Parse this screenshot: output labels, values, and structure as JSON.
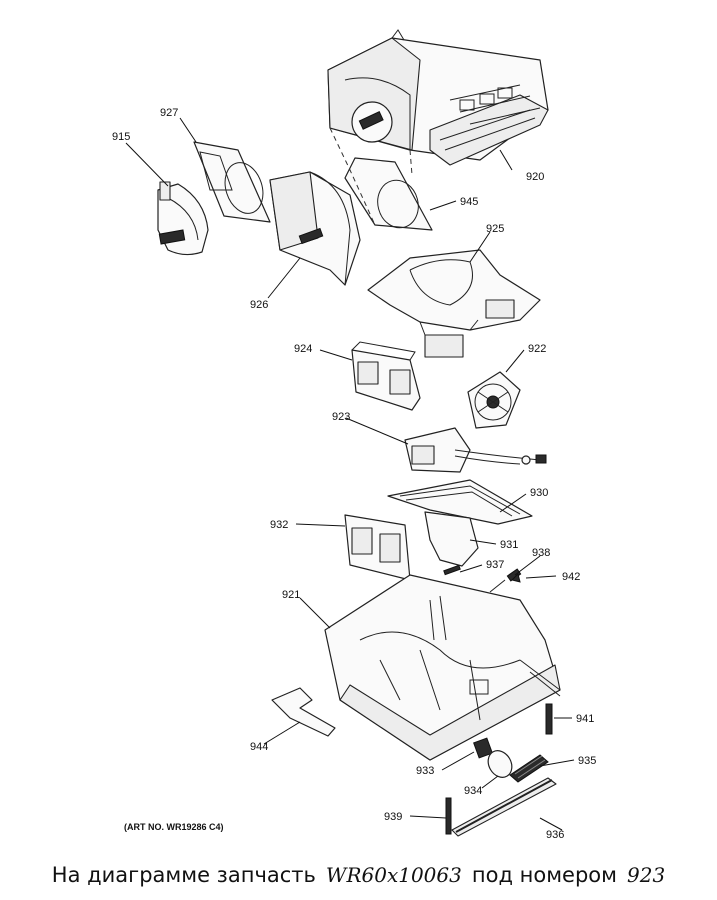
{
  "diagram": {
    "callouts": [
      "915",
      "927",
      "926",
      "920",
      "945",
      "925",
      "924",
      "922",
      "923",
      "930",
      "932",
      "931",
      "938",
      "937",
      "942",
      "921",
      "941",
      "944",
      "933",
      "935",
      "934",
      "939",
      "936"
    ],
    "art_number": "(ART NO. WR19286 C4)"
  },
  "caption": {
    "prefix": "На диаграмме запчасть",
    "part_number": "WR60x10063",
    "middle": "под номером",
    "position": "923"
  }
}
